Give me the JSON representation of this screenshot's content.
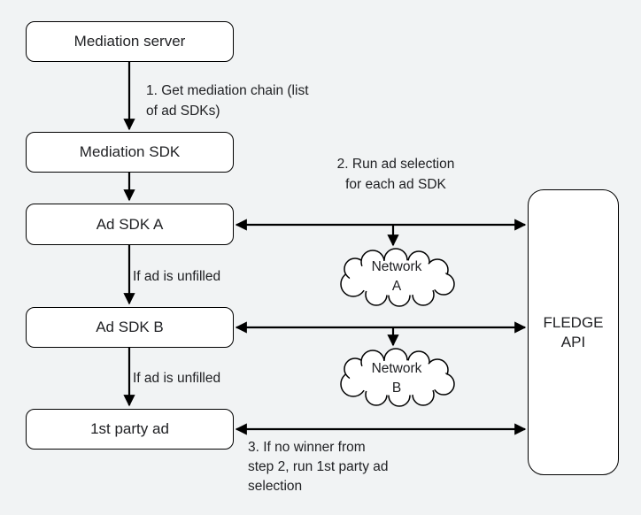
{
  "nodes": {
    "mediation_server": "Mediation server",
    "mediation_sdk": "Mediation SDK",
    "ad_sdk_a": "Ad SDK A",
    "ad_sdk_b": "Ad SDK B",
    "first_party_ad": "1st party ad",
    "fledge_api": "FLEDGE\nAPI",
    "network_a": "Network\nA",
    "network_b": "Network\nB"
  },
  "annotations": {
    "step_1": "1. Get mediation chain (list\nof ad SDKs)",
    "step_2": "2. Run ad selection\nfor each ad SDK",
    "if_ad_unfilled_a": "If ad is unfilled",
    "if_ad_unfilled_b": "If ad is unfilled",
    "step_3": "3. If no winner from\nstep 2, run 1st party ad\nselection"
  },
  "colors": {
    "background": "#f1f3f4",
    "node_fill": "#ffffff",
    "stroke": "#000000",
    "text": "#202124"
  }
}
